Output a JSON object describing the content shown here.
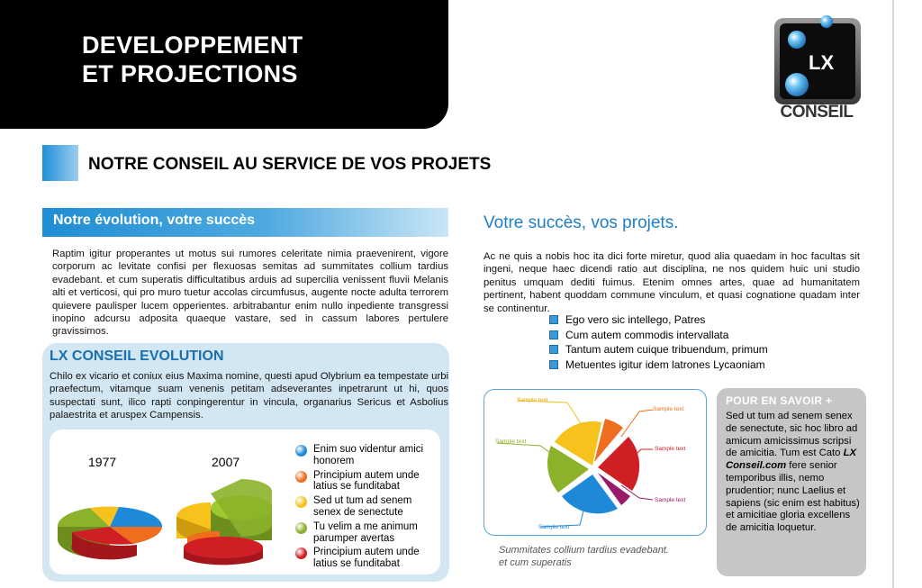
{
  "header": {
    "title_line1": "DEVELOPPEMENT",
    "title_line2": "ET PROJECTIONS"
  },
  "logo": {
    "mark": "LX",
    "text": "CONSEIL"
  },
  "section": {
    "title": "NOTRE CONSEIL AU SERVICE DE VOS PROJETS"
  },
  "left": {
    "band_title": "Notre évolution, votre succès",
    "paragraph": "Raptim igitur properantes ut motus sui rumores celeritate nimia praeveniren­t, vigore corporum ac levitate confisi per flexuosas semitas ad summitates collium tardius evadebant. et cum superatis difficultatibus arduis ad supercilia venissent fluvii Melanis alti et verticosi, qui pro muro tuetur accolas circumfusus, augente nocte adulta terrorem quievere paulisper lucem opperientes. arbitrabantur enim nullo inpediente transgressi inopino adcursu adposita quaeque vastare, sed in cassum labores pertulere gravissimos."
  },
  "evolution": {
    "title": "LX CONSEIL EVOLUTION",
    "paragraph": "Chilo ex vicario et coniux eius Maxima nomine, questi apud Olybrium ea tempestate urbi praefectum, vitamque suam venenis petitam adseverantes inpetrarunt ut hi, quos suspectati sunt, ilico rapti conpingerentur in vincula, organarius Sericus et Asbolius palaestrita et aruspex Campensis.",
    "years": [
      "1977",
      "2007"
    ],
    "legend": [
      {
        "label": "Enim suo videntur amici honorem",
        "color": "#1e88d9"
      },
      {
        "label": "Principium autem unde latius se funditabat",
        "color": "#ef6d1f"
      },
      {
        "label": "Sed ut tum ad senem senex de senectute",
        "color": "#f7c21b"
      },
      {
        "label": "Tu velim a me animum parumper avertas",
        "color": "#8bb22a"
      },
      {
        "label": "Principium autem unde latius se funditabat",
        "color": "#cf1e24"
      }
    ]
  },
  "right": {
    "title": "Votre succès, vos projets.",
    "paragraph": "Ac ne quis a nobis hoc ita dici forte miretur, quod alia quaedam in hoc facultas sit ingeni, neque haec dicendi ratio aut disciplina, ne nos quidem huic uni studio penitus umquam dediti fuimus. Etenim omnes artes, quae ad humanitatem pertinent, habent quoddam commune vinculum, et quasi cognatione quadam inter se continentur.",
    "bullets": [
      "Ego vero sic intellego, Patres",
      "Cum autem commodis intervallata",
      "Tantum autem cuique tribuendum, primum",
      "Metuentes igitur idem latrones Lycaoniam"
    ],
    "chart_labels": [
      "Sample text",
      "Sample text",
      "Sample text",
      "Sample text",
      "Sample text",
      "Sample text"
    ],
    "caption_line1": "Summitates collium tardius evadebant.",
    "caption_line2": "et cum superatis"
  },
  "side": {
    "title": "POUR EN SAVOIR +",
    "text_before": "Sed ut tum ad senem senex de senectute, sic hoc libro ad amicum amicissimus scripsi de amicitia. Tum est Cato ",
    "brand": "LX Conseil.com",
    "text_after": " fere senior temporibus illis, nemo prudentior; nunc Laelius et sapiens (sic enim est habitus) et amicitiae gloria excellens de amicitia loquetur."
  },
  "colors": {
    "accent_blue": "#1f7fc6",
    "header_black": "#000000",
    "evolution_bg": "#d3e7f2",
    "side_box_gray": "#c6c6c6"
  }
}
